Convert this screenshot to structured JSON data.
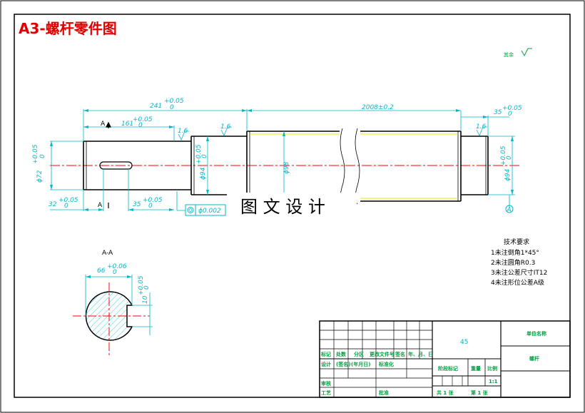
{
  "title": "A3-螺杆零件图",
  "watermark": "图 文 设 计",
  "roughness_top": "其余",
  "section_label": "A-A",
  "section_mark": "A",
  "dims": {
    "d241": "241",
    "d241_tol": "+0.05",
    "d241_tol0": "0",
    "d2008": "2008±0.2",
    "d161": "161",
    "d161_tol": "+0.05",
    "d161_tol0": "0",
    "d35r": "35",
    "d35r_tol": "+0.05",
    "d35r_tol0": "0",
    "d32": "32",
    "d32_tol": "+0.05",
    "d32_tol0": "0",
    "d35b": "35",
    "d35b_tol": "+0.05",
    "d35b_tol0": "0",
    "phi72": "ϕ72",
    "phi72_tol": "+0.05",
    "phi72_tol0": "0",
    "phi94l": "ϕ94",
    "phi94l_tol": "+0.05",
    "phi94l_tol0": "0",
    "phi94r": "ϕ94",
    "phi94r_tol": "+0.05",
    "phi94r_tol0": "0",
    "phi98": "ϕ98",
    "d66": "66",
    "d66_tol": "+0.06",
    "d66_tol0": "0",
    "d10": "10",
    "d10_tol": "+0.05",
    "d10_tol0": "0",
    "r1": "1.6",
    "r2": "1.6",
    "r3": "1.6",
    "tolerance_frame": "ϕ0.002",
    "datum": "A"
  },
  "requirements": {
    "heading": "技术要求",
    "items": [
      "1未注倒角1*45°",
      "2未注圆角R0.3",
      "3未注公差尺寸IT12",
      "4未注形位公差A级"
    ]
  },
  "title_block": {
    "material": "45",
    "unit": "单位名称",
    "part_name": "螺杆",
    "row_labels": [
      "标记",
      "处数",
      "分区",
      "更改文件号",
      "签名",
      "年、月、日"
    ],
    "design": "设计",
    "sign": "(签名)",
    "date": "(年月日)",
    "standard": "标准化",
    "stage": "阶段标记",
    "weight": "重量",
    "scale": "比例",
    "scale_val": "1:1",
    "review": "审核",
    "process": "工艺",
    "approve": "批准",
    "sheets_total": "共 1 张",
    "sheet_no": "第 1 张"
  },
  "colors": {
    "title": "#e00000",
    "dim": "#00b7c9",
    "outline": "#000000",
    "center": "#ff0000",
    "hatch": "#00b7c9",
    "inner": "#e8e800",
    "tb_text": "#00a040"
  }
}
